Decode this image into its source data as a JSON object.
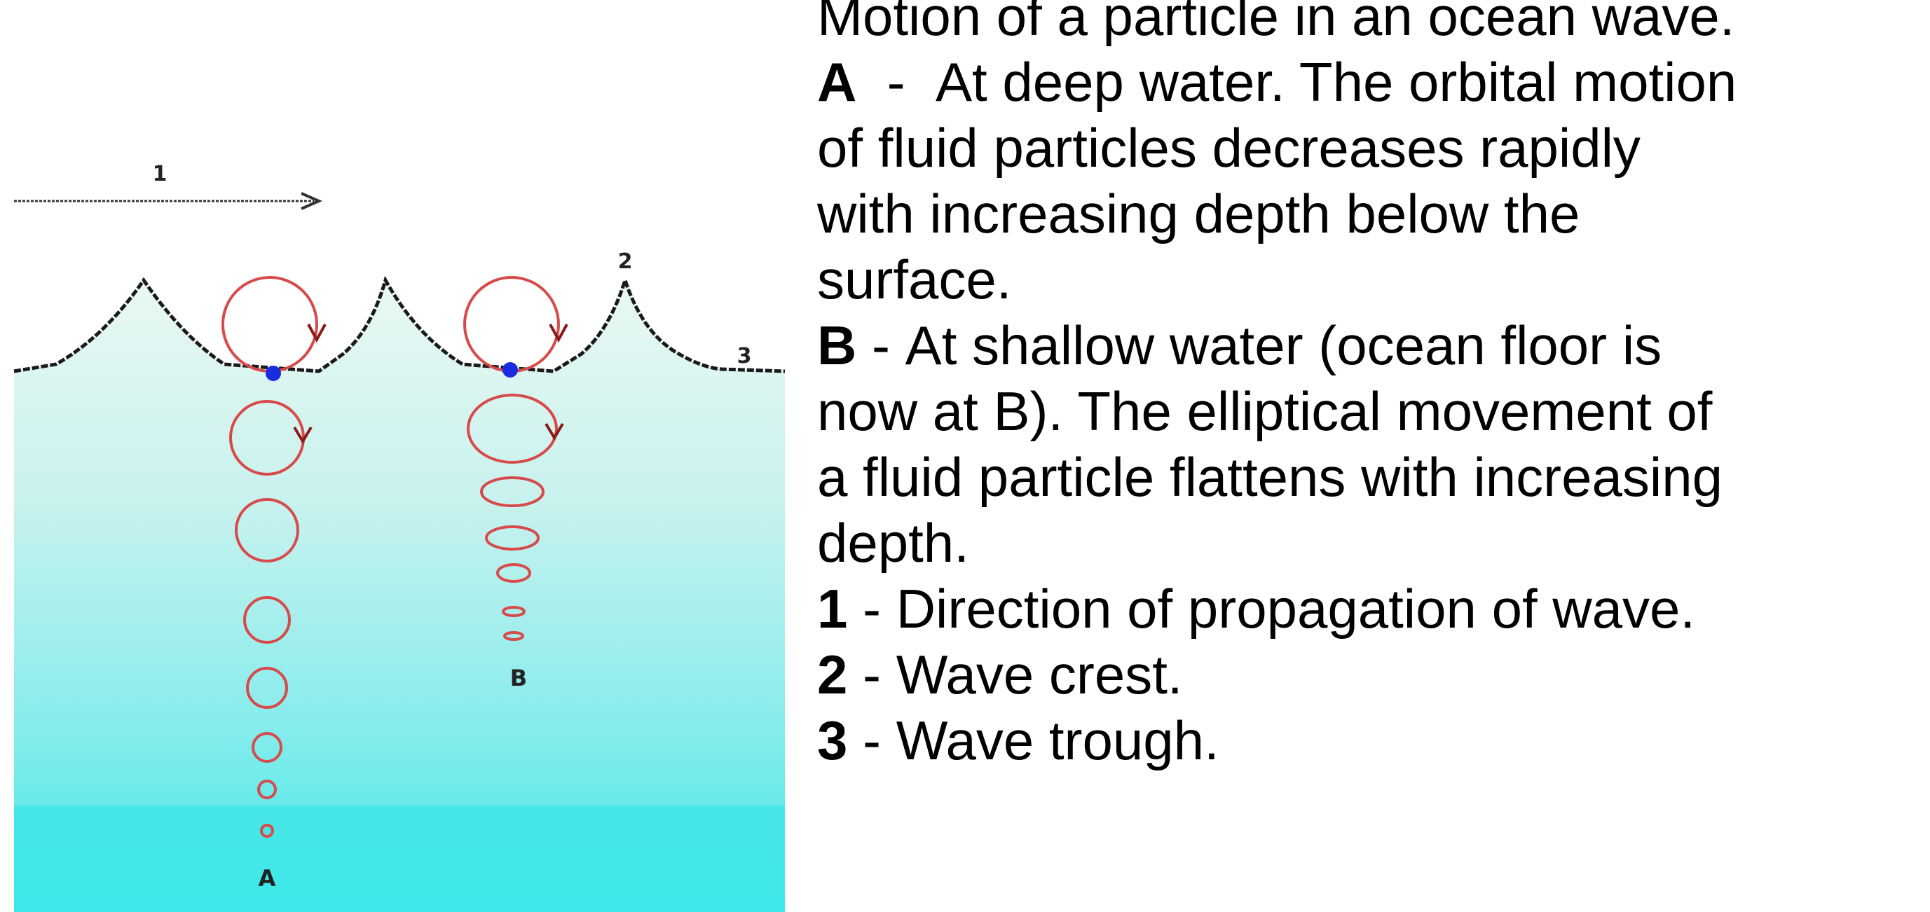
{
  "diagram": {
    "labels": {
      "direction": "1",
      "crest": "2",
      "trough": "3",
      "deep": "A",
      "shallow": "B"
    },
    "colors": {
      "orbit": "#d84a4a",
      "particle": "#1a2ce0",
      "wave_line": "#1a1a1a",
      "water_top": "#eef8f6",
      "water_bottom": "#3ee8e8"
    }
  },
  "caption": {
    "title": "Motion of a particle in an ocean wave.",
    "items": [
      {
        "key": "A",
        "sep": "  -  ",
        "lines": [
          "At deep water. The orbital motion",
          "of fluid particles decreases rapidly",
          "with increasing depth below the",
          "surface."
        ]
      },
      {
        "key": "B",
        "sep": " - ",
        "lines": [
          "At shallow water (ocean floor is",
          "now at B). The elliptical movement of",
          "a fluid particle flattens with increasing",
          "depth."
        ]
      },
      {
        "key": "1",
        "sep": " - ",
        "lines": [
          "Direction of propagation of wave."
        ]
      },
      {
        "key": "2",
        "sep": " - ",
        "lines": [
          "Wave crest."
        ]
      },
      {
        "key": "3",
        "sep": " - ",
        "lines": [
          "Wave trough."
        ]
      }
    ]
  }
}
